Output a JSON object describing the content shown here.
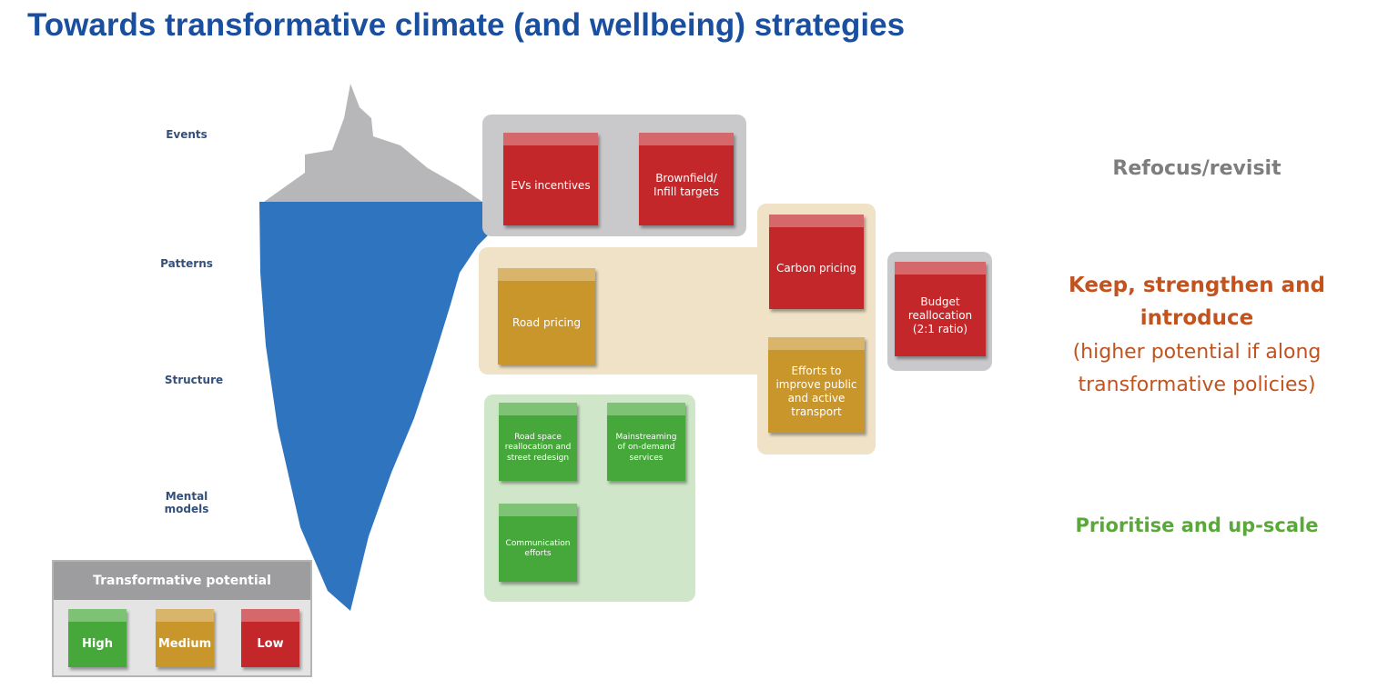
{
  "title": "Towards transformative climate (and wellbeing) strategies",
  "levels": [
    "Events",
    "Patterns",
    "Structure",
    "Mental models"
  ],
  "notes": {
    "evs": "EVs incentives",
    "brownfield": "Brownfield/ Infill targets",
    "carbon": "Carbon pricing",
    "budget": "Budget reallocation (2:1 ratio)",
    "road_pricing": "Road pricing",
    "efforts": "Efforts to improve public and active transport",
    "road_space": "Road space reallocation and street redesign",
    "mainstreaming": "Mainstreaming of on-demand services",
    "communication": "Communication efforts"
  },
  "legend": {
    "title": "Transformative potential",
    "high": "High",
    "medium": "Medium",
    "low": "Low"
  },
  "categories": {
    "refocus": "Refocus/revisit",
    "keep": "Keep, strengthen and introduce",
    "keep_sub": "(higher potential if along transformative policies)",
    "prioritise": "Prioritise and up-scale"
  },
  "colors": {
    "blue": "#2f74be",
    "red": "#c3272a",
    "amber": "#c9962c",
    "green": "#46a83a"
  }
}
